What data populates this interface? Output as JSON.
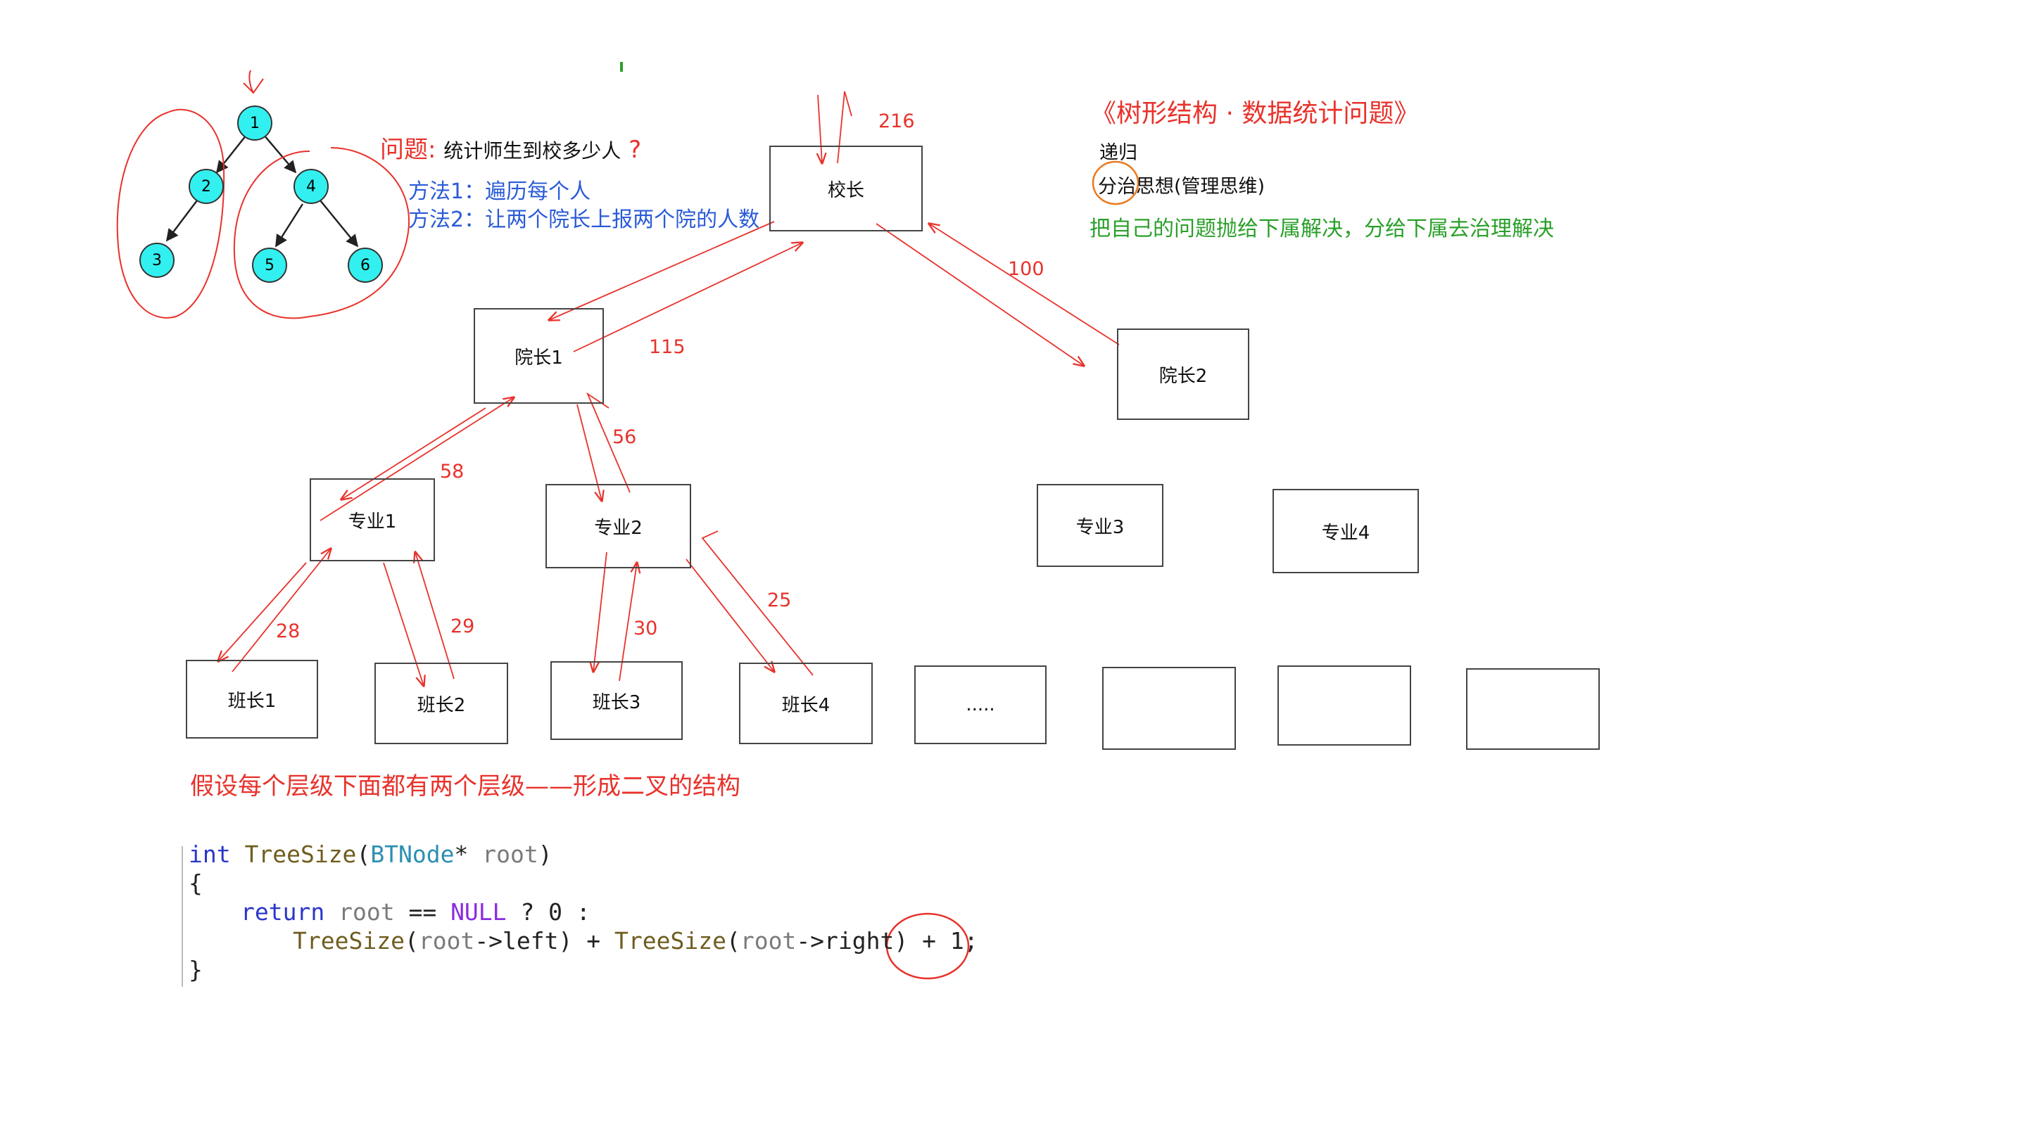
{
  "title": "《树形结构 · 数据统计问题》",
  "notes": {
    "recursion": "递归",
    "divide_conquer_a": "分治",
    "divide_conquer_b": "思想(管理思维)",
    "explain": "把自己的问题抛给下属解决，分给下属去治理解决"
  },
  "question": {
    "label": "问题:",
    "text": "统计师生到校多少人",
    "mark": "?"
  },
  "methods": {
    "m1": "方法1：遍历每个人",
    "m2": "方法2：让两个院长上报两个院的人数"
  },
  "mini_tree": {
    "nodes": [
      "1",
      "2",
      "3",
      "4",
      "5",
      "6"
    ]
  },
  "org": {
    "principal": "校长",
    "dean1": "院长1",
    "dean2": "院长2",
    "major1": "专业1",
    "major2": "专业2",
    "major3": "专业3",
    "major4": "专业4",
    "monitor1": "班长1",
    "monitor2": "班长2",
    "monitor3": "班长3",
    "monitor4": "班长4",
    "more": "....."
  },
  "counts": {
    "c216": "216",
    "c100": "100",
    "c115": "115",
    "c58": "58",
    "c56": "56",
    "c28": "28",
    "c29": "29",
    "c30": "30",
    "c25": "25"
  },
  "assumption": "假设每个层级下面都有两个层级——形成二叉的结构",
  "code": {
    "l1_kw": "int",
    "l1_fn": "TreeSize",
    "l1_p1": "(",
    "l1_ty": "BTNode",
    "l1_star": "* ",
    "l1_par": "root",
    "l1_p2": ")",
    "l2": "{",
    "l3_kw": "return",
    "l3_par": "root",
    "l3_eq": " == ",
    "l3_null": "NULL",
    "l3_rest": " ? 0 :",
    "l4_fn1": "TreeSize",
    "l4_a": "(",
    "l4_par1": "root",
    "l4_b": "->left) + ",
    "l4_fn2": "TreeSize",
    "l4_c": "(",
    "l4_par2": "root",
    "l4_d": "->right)",
    "l4_plus": " + 1;",
    "l5": "}"
  }
}
